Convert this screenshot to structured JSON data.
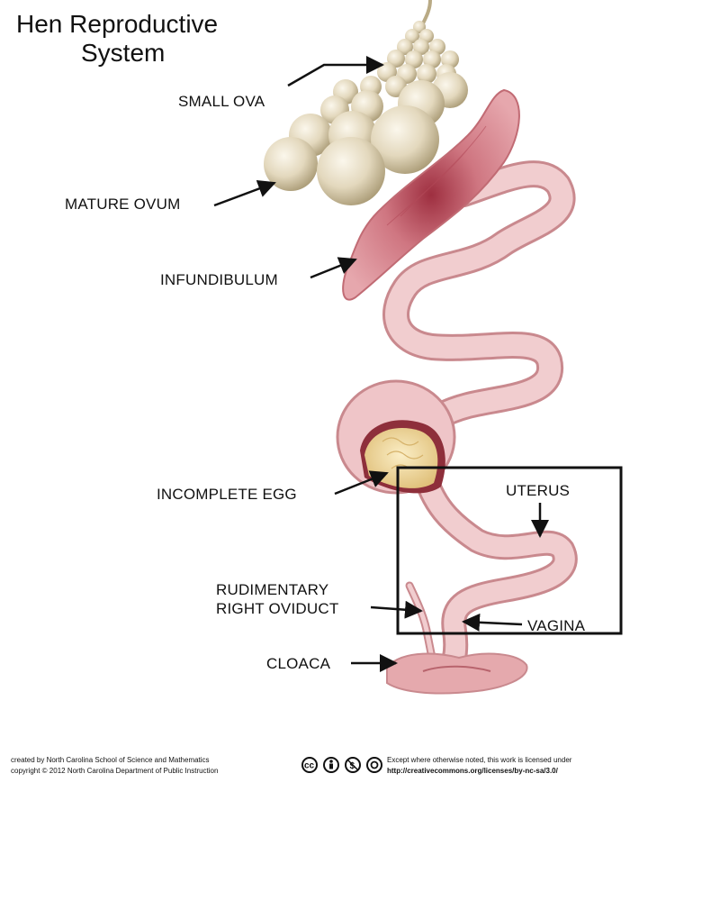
{
  "title_line1": "Hen Reproductive",
  "title_line2": "System",
  "labels": {
    "small_ova": "SMALL OVA",
    "mature_ovum": "MATURE OVUM",
    "infundibulum": "INFUNDIBULUM",
    "incomplete_egg": "INCOMPLETE EGG",
    "uterus": "UTERUS",
    "rudimentary_line1": "RUDIMENTARY",
    "rudimentary_line2": "RIGHT OVIDUCT",
    "vagina": "VAGINA",
    "cloaca": "CLOACA"
  },
  "credits": {
    "line1": "created by North Carolina School of Science and Mathematics",
    "line2": "copyright © 2012 North Carolina Department of Public Instruction",
    "license_line1": "Except where otherwise noted, this work is licensed under",
    "license_line2": "http://creativecommons.org/licenses/by-nc-sa/3.0/"
  },
  "cc_icons": [
    "cc-icon",
    "by-icon",
    "nc-icon",
    "sa-icon"
  ],
  "colors": {
    "ovum": "#e6dcc4",
    "ovum_shade": "#b9aa85",
    "oviduct": "#f1cdcf",
    "oviduct_edge": "#c9898e",
    "infundibulum": "#d98a90",
    "infundibulum_dark": "#a93c4a",
    "egg_yolk": "#f0d9a0"
  }
}
